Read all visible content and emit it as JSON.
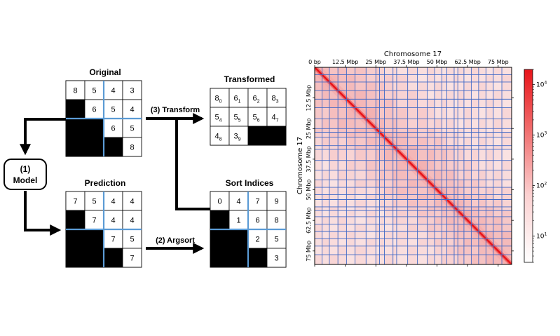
{
  "diagram": {
    "grids": {
      "original": {
        "title": "Original",
        "cells": [
          [
            "8",
            "5",
            "4",
            "3"
          ],
          [
            "",
            "6",
            "5",
            "4"
          ],
          [
            "",
            "",
            "6",
            "5"
          ],
          [
            "",
            "",
            "",
            "8"
          ]
        ],
        "subs": [
          [
            "",
            "",
            "",
            ""
          ],
          [
            "",
            "",
            "",
            ""
          ],
          [
            "",
            "",
            "",
            ""
          ],
          [
            "",
            "",
            "",
            ""
          ]
        ]
      },
      "prediction": {
        "title": "Prediction",
        "cells": [
          [
            "7",
            "5",
            "4",
            "4"
          ],
          [
            "",
            "7",
            "4",
            "4"
          ],
          [
            "",
            "",
            "7",
            "5"
          ],
          [
            "",
            "",
            "",
            "7"
          ]
        ],
        "subs": [
          [
            "",
            "",
            "",
            ""
          ],
          [
            "",
            "",
            "",
            ""
          ],
          [
            "",
            "",
            "",
            ""
          ],
          [
            "",
            "",
            "",
            ""
          ]
        ]
      },
      "transformed": {
        "title": "Transformed",
        "cells": [
          [
            "8",
            "6",
            "6",
            "8"
          ],
          [
            "5",
            "5",
            "5",
            "4"
          ],
          [
            "4",
            "3",
            "",
            ""
          ]
        ],
        "subs": [
          [
            "0",
            "1",
            "2",
            "3"
          ],
          [
            "4",
            "5",
            "6",
            "7"
          ],
          [
            "8",
            "9",
            "",
            ""
          ]
        ]
      },
      "sort_indices": {
        "title": "Sort Indices",
        "cells": [
          [
            "0",
            "4",
            "7",
            "9"
          ],
          [
            "",
            "1",
            "6",
            "8"
          ],
          [
            "",
            "",
            "2",
            "5"
          ],
          [
            "",
            "",
            "",
            "3"
          ]
        ],
        "subs": [
          [
            "",
            "",
            "",
            ""
          ],
          [
            "",
            "",
            "",
            ""
          ],
          [
            "",
            "",
            "",
            ""
          ],
          [
            "",
            "",
            "",
            ""
          ]
        ]
      }
    },
    "model_label_line1": "(1)",
    "model_label_line2": "Model",
    "argsort_label": "(2) Argsort",
    "transform_label": "(3) Transform"
  },
  "chart_data": {
    "type": "heatmap",
    "title": "Chromosome 17",
    "ylabel": "Chromosome 17",
    "x_tick_labels": [
      "0 bp",
      "12.5 Mbp",
      "25 Mbp",
      "37.5 Mbp",
      "50 Mbp",
      "62.5 Mbp",
      "75 Mbp"
    ],
    "y_tick_labels": [
      "12.5 Mbp",
      "25 Mbp",
      "37.5 Mbp",
      "50 Mbp",
      "62.5 Mbp",
      "75 Mbp"
    ],
    "ticks_mbp": [
      0,
      12.5,
      25,
      37.5,
      50,
      62.5,
      75
    ],
    "y_ticks_mbp": [
      12.5,
      25,
      37.5,
      50,
      62.5,
      75
    ],
    "axis_range_mbp": [
      0,
      80.5
    ],
    "domain_boundaries_mbp": [
      3,
      6,
      9.5,
      13,
      16.5,
      21,
      25,
      26.5,
      28.5,
      32,
      33.5,
      38,
      42,
      46,
      49,
      52,
      54,
      57,
      58.5,
      61,
      64,
      67,
      70,
      73,
      76.5
    ],
    "colorbar": {
      "scale": "log",
      "tick_labels": [
        "10",
        "10",
        "10",
        "10"
      ],
      "tick_exponents": [
        "1",
        "2",
        "3",
        "4"
      ],
      "tick_values": [
        10,
        100,
        1000,
        10000
      ],
      "range": [
        3,
        20000
      ],
      "color_low": "#ffffff",
      "color_high": "#e8141a"
    },
    "grid_line_color": "#3f68c7"
  }
}
